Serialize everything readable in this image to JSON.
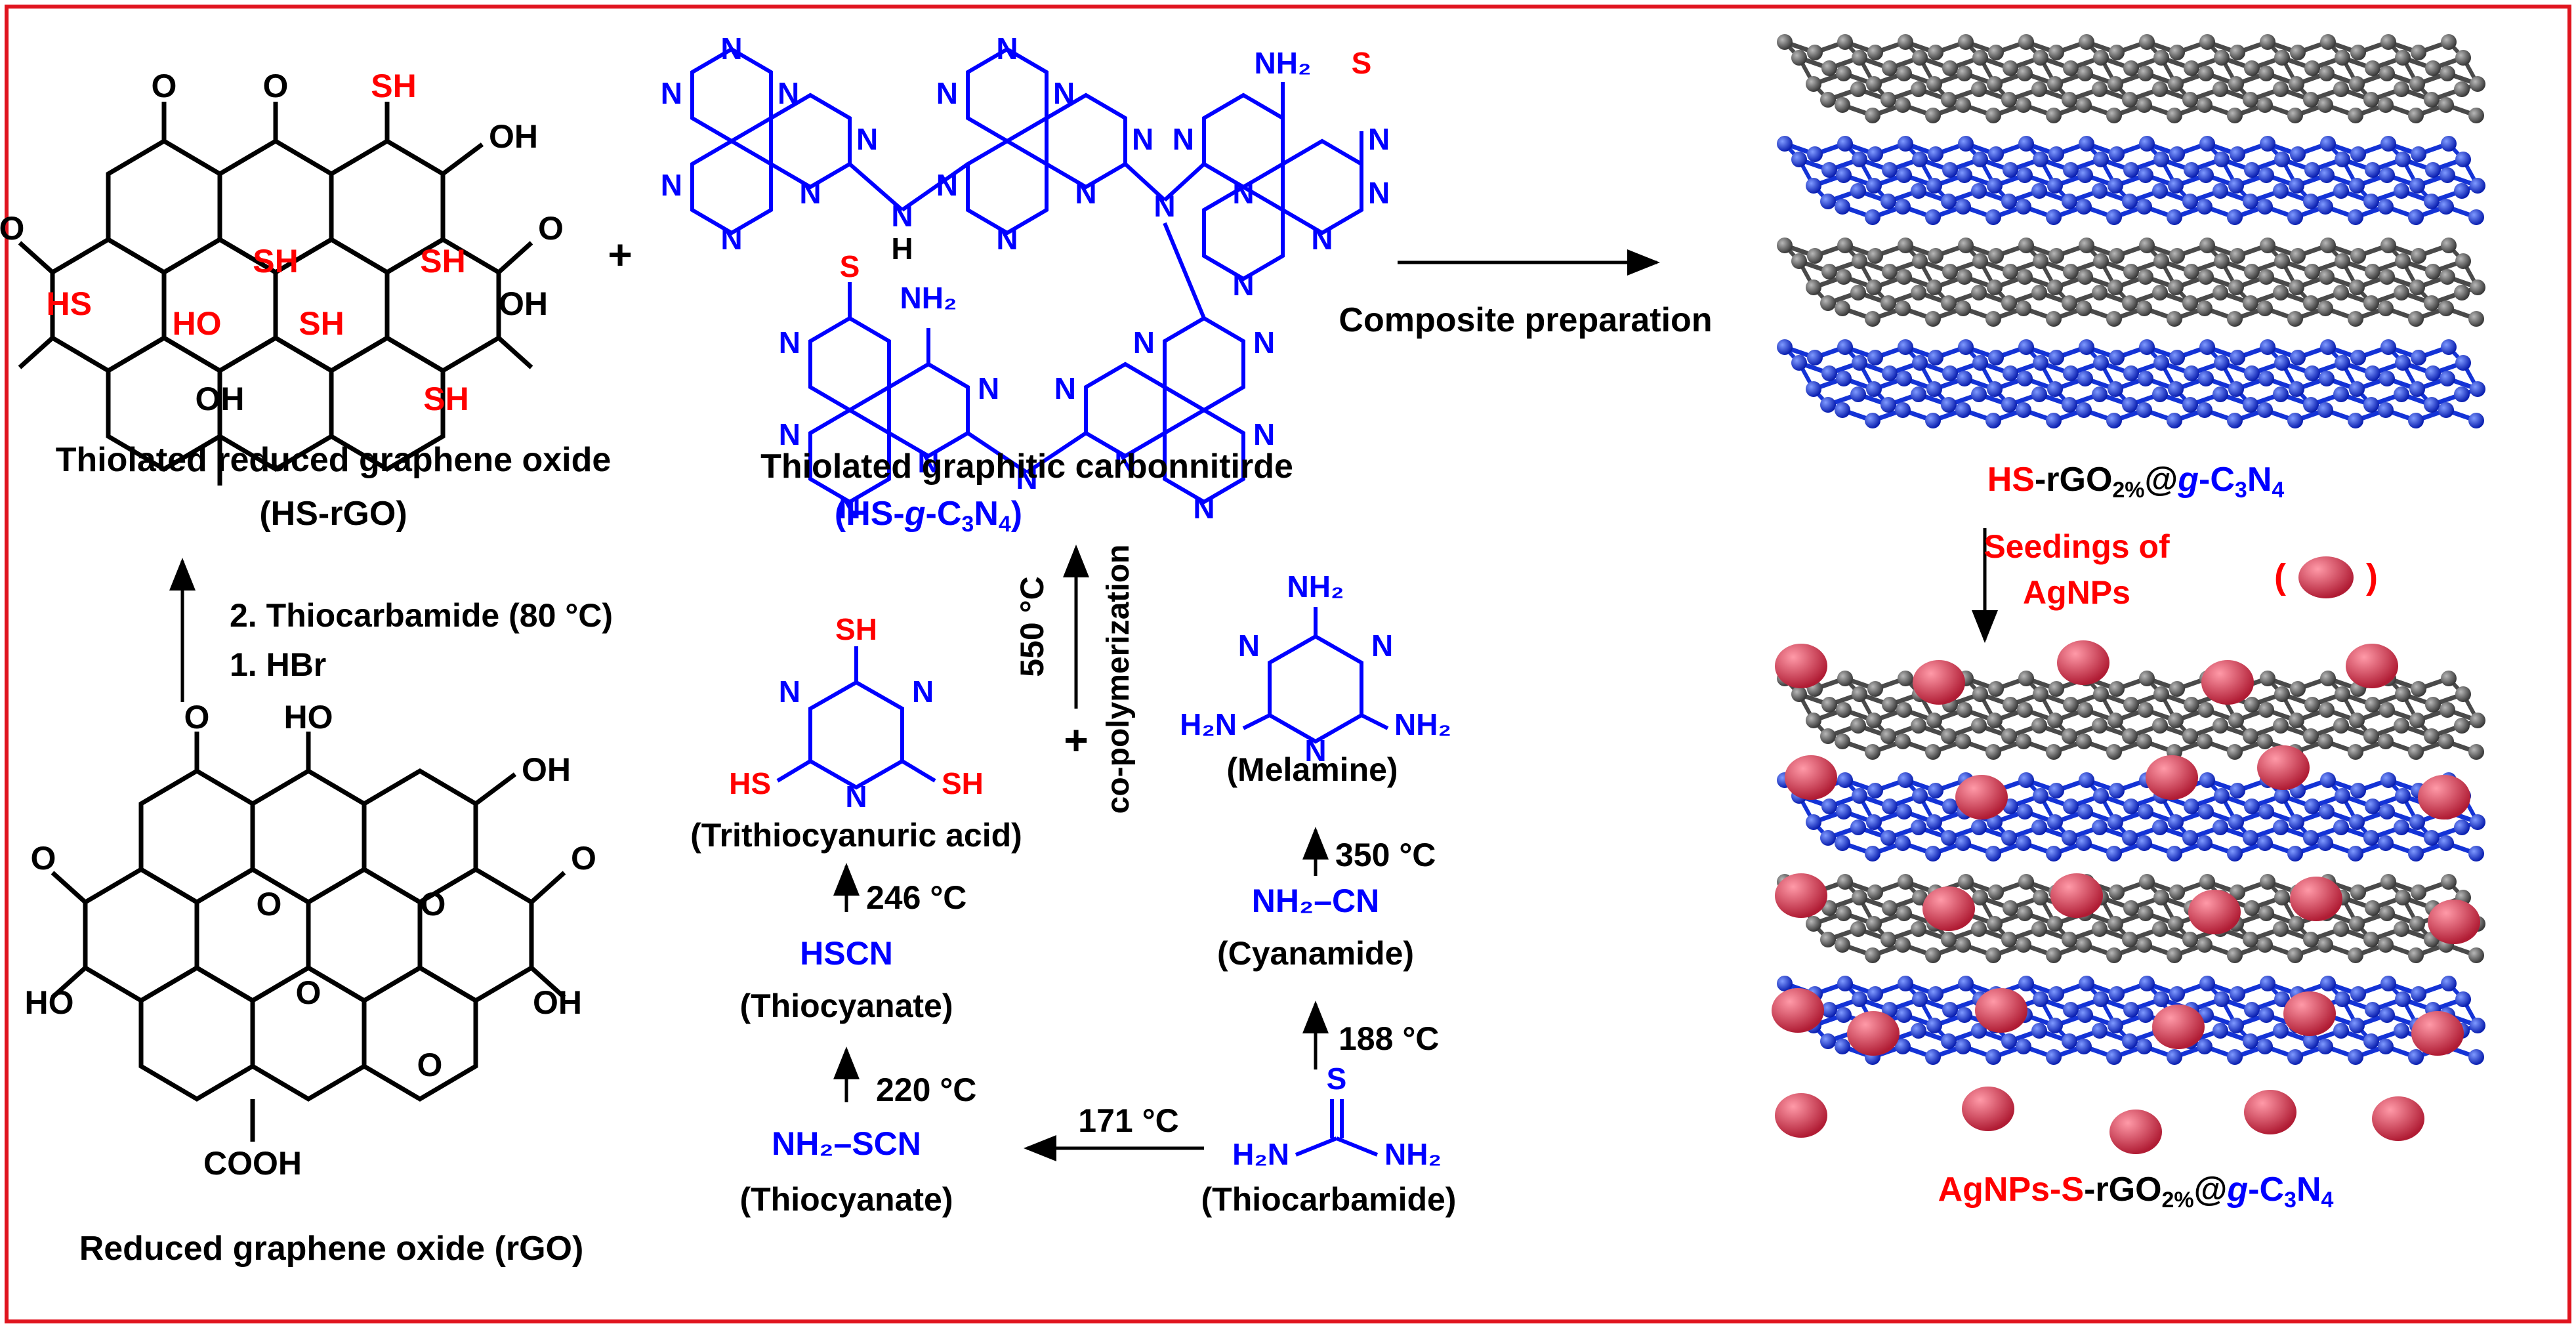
{
  "colors": {
    "border": "#e0141e",
    "blue": "#0000ff",
    "red": "#ff0000",
    "carbon": "#666666",
    "nitrogen": "#1f3fd8",
    "silver": "#d93b55"
  },
  "labels": {
    "hs_rgo_title": "Thiolated reduced graphene oxide",
    "hs_rgo_abbr": "(HS-rGO)",
    "rgo_title": "Reduced graphene oxide (rGO)",
    "hs_gcn_title": "Thiolated graphitic carbonnitirde",
    "hs_gcn_abbr_hs": "HS-",
    "hs_gcn_abbr_g": "g",
    "hs_gcn_abbr_c": "-C",
    "hs_gcn_abbr_3": "3",
    "hs_gcn_abbr_n": "N",
    "hs_gcn_abbr_4": "4",
    "trithio": "(Trithiocyanuric acid)",
    "melamine": "(Melamine)",
    "thiocyanate": "(Thiocyanate)",
    "cyanamide": "(Cyanamide)",
    "thiocarbamide": "(Thiocarbamide)",
    "hscn": "HSCN",
    "nh2cn": "NH₂–CN",
    "nh2scn": "NH₂–SCN",
    "plus": "+"
  },
  "conditions": {
    "step2": "2. Thiocarbamide (80 °C)",
    "step1": "1. HBr",
    "t550": "550 °C",
    "copoly": "co-polymerization",
    "t246": "246 °C",
    "t220": "220 °C",
    "t171": "171 °C",
    "t350": "350 °C",
    "t188": "188 °C",
    "composite": "Composite preparation",
    "seedings_line1": "Seedings of",
    "seedings_line2": "AgNPs",
    "paren_open": "(",
    "paren_close": ")"
  },
  "products": {
    "composite_hs": "HS",
    "composite_rgo": "-rGO",
    "composite_2pct": "2%",
    "composite_at": "@",
    "composite_g": "g",
    "composite_c": "-C",
    "composite_3": "3",
    "composite_n": "N",
    "composite_4": "4",
    "final_ag": "AgNPs-S",
    "final_rgo": "-rGO",
    "final_2pct": "2%",
    "final_at": "@",
    "final_g": "g",
    "final_c": "-C",
    "final_3": "3",
    "final_n": "N",
    "final_4": "4"
  },
  "atoms": {
    "N": "N",
    "NH2": "NH₂",
    "H2N": "H₂N",
    "SH": "SH",
    "HS": "HS",
    "S": "S",
    "O": "O",
    "OH": "OH",
    "HO": "HO",
    "H": "H",
    "COOH": "COOH"
  }
}
